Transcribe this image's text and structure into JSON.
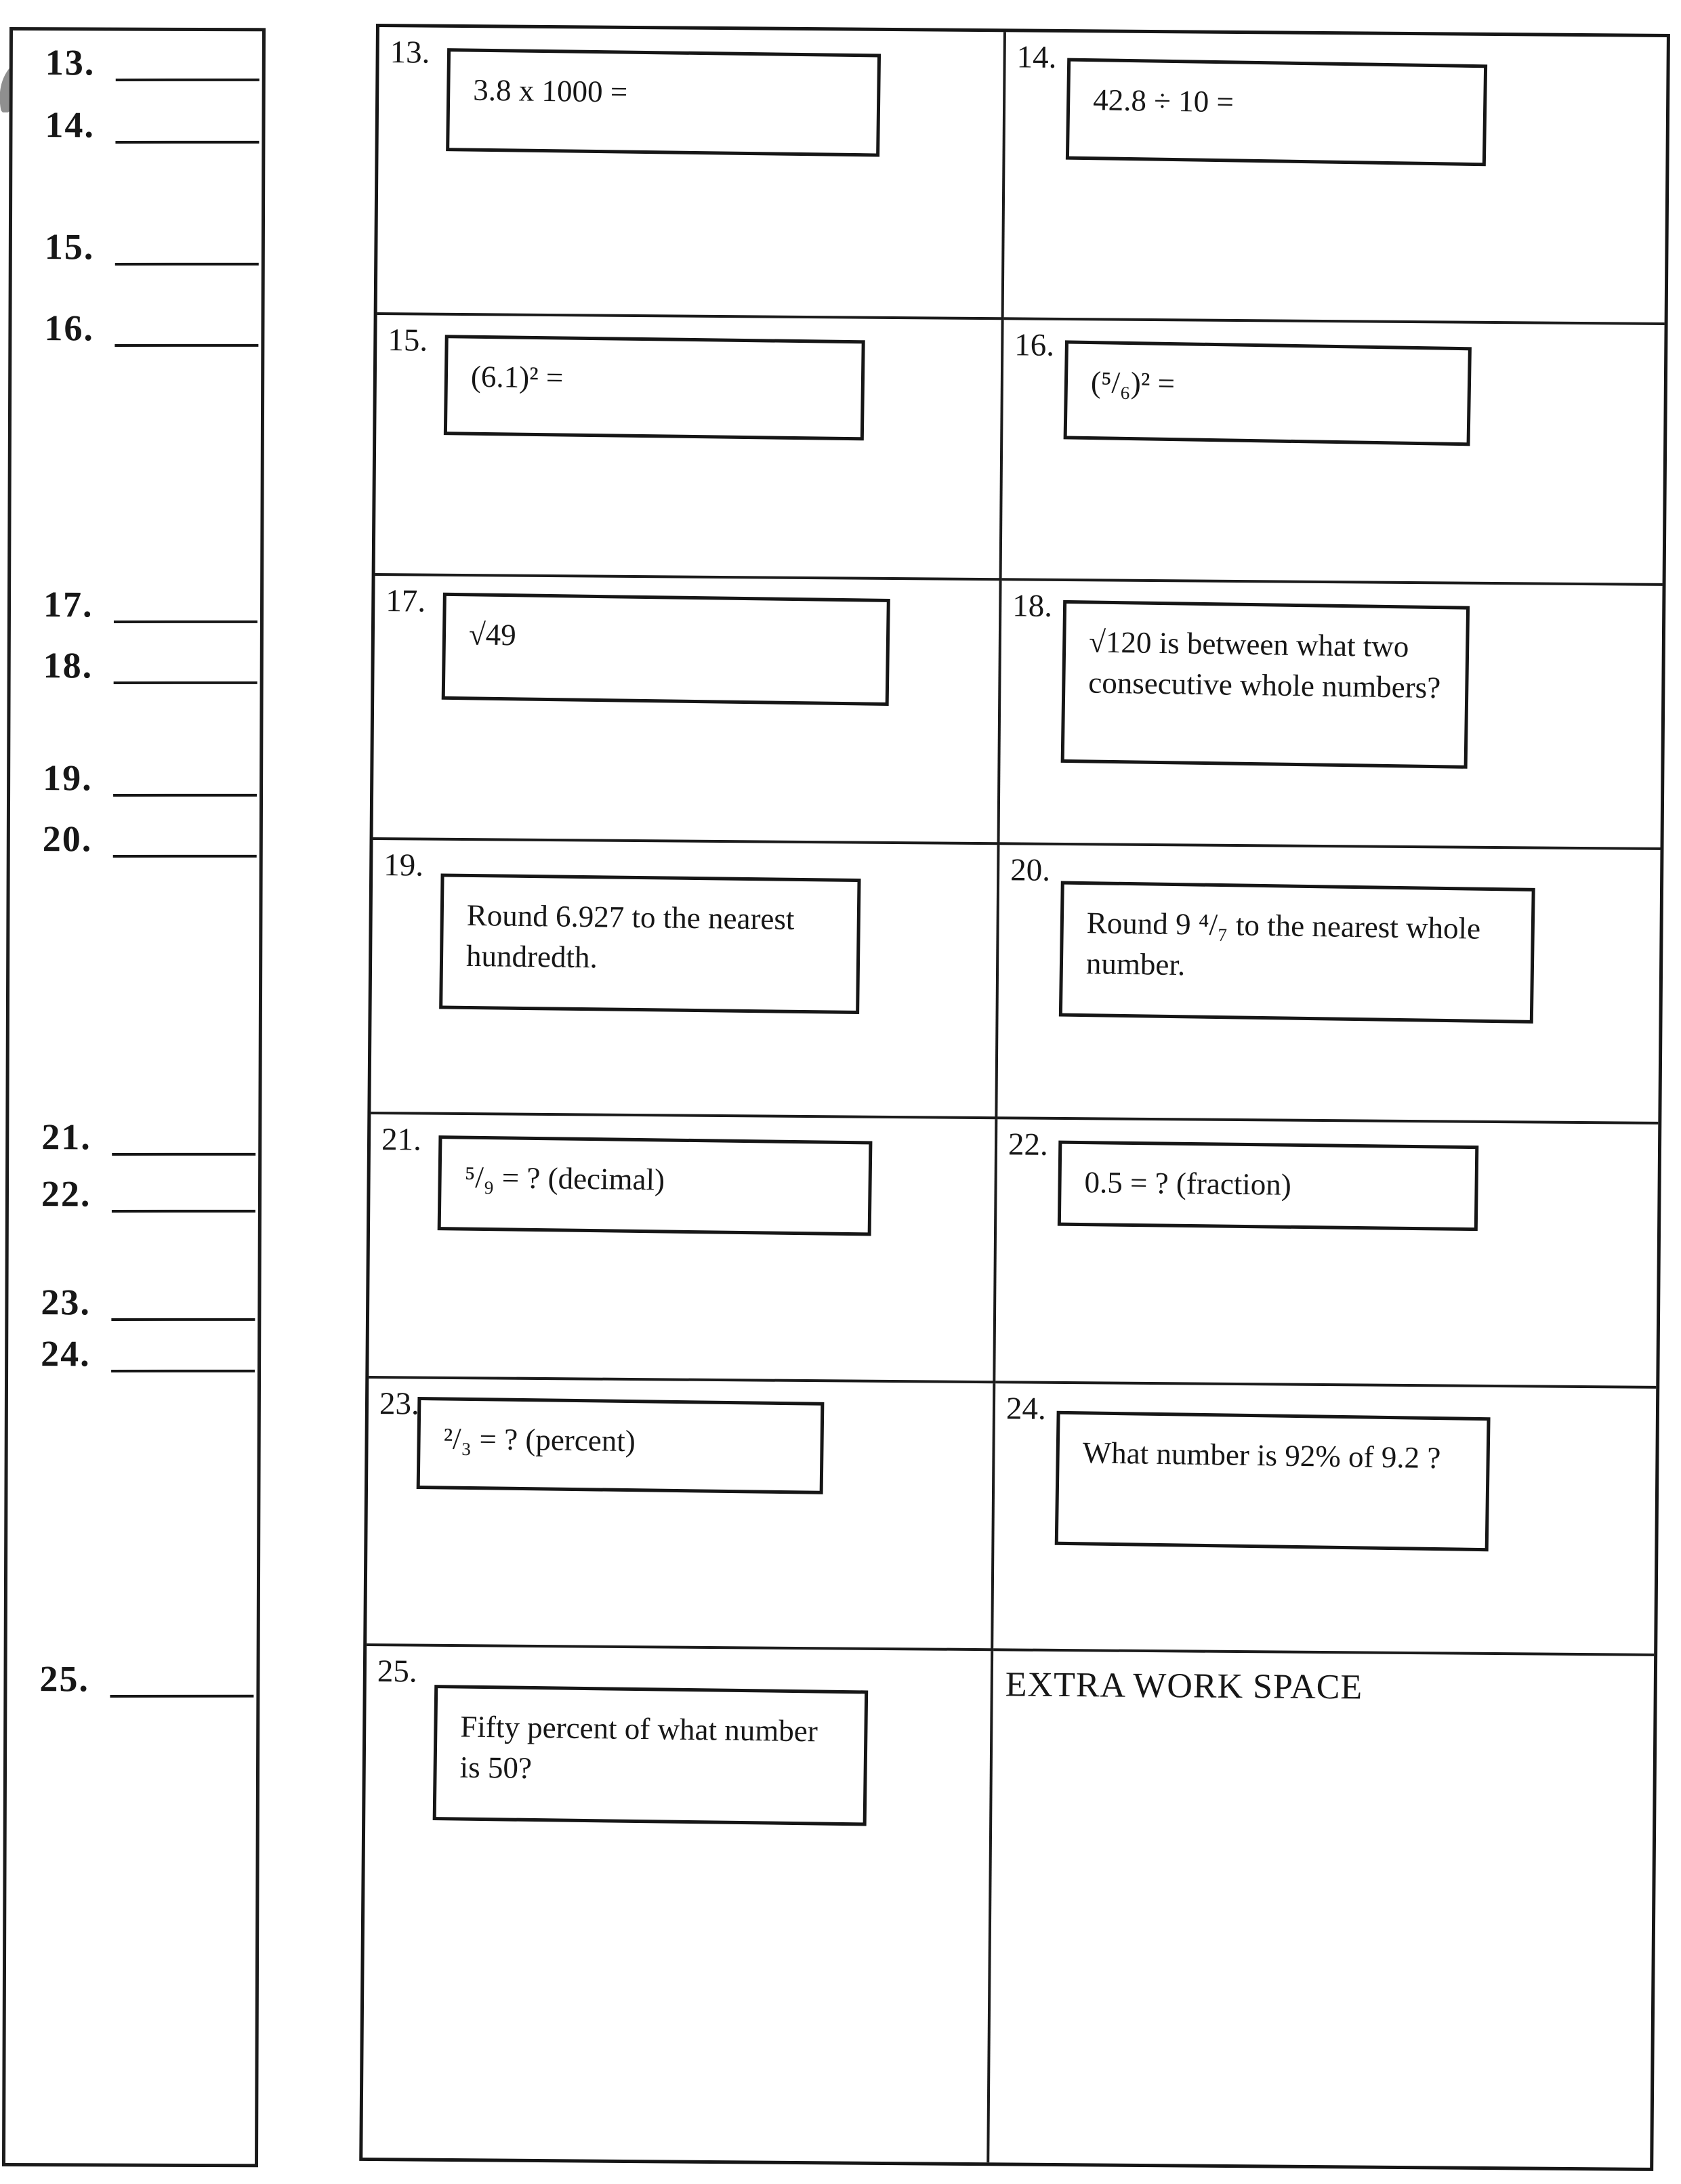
{
  "answer_column": {
    "items": [
      {
        "number": "13."
      },
      {
        "number": "14."
      },
      {
        "number": "15."
      },
      {
        "number": "16."
      },
      {
        "number": "17."
      },
      {
        "number": "18."
      },
      {
        "number": "19."
      },
      {
        "number": "20."
      },
      {
        "number": "21."
      },
      {
        "number": "22."
      },
      {
        "number": "23."
      },
      {
        "number": "24."
      },
      {
        "number": "25."
      }
    ]
  },
  "problems": [
    {
      "number": "13.",
      "text": "3.8 x 1000 ="
    },
    {
      "number": "14.",
      "text": "42.8 ÷ 10 ="
    },
    {
      "number": "15.",
      "text": "(6.1)² ="
    },
    {
      "number": "16.",
      "text": "(⁵/₆)² ="
    },
    {
      "number": "17.",
      "text": "√49"
    },
    {
      "number": "18.",
      "text": "√120 is between what two consecutive whole numbers?"
    },
    {
      "number": "19.",
      "text": "Round 6.927 to the nearest hundredth."
    },
    {
      "number": "20.",
      "text": "Round 9 ⁴/₇ to the nearest whole number."
    },
    {
      "number": "21.",
      "text": "⁵/₉ = ? (decimal)"
    },
    {
      "number": "22.",
      "text": "0.5 = ? (fraction)"
    },
    {
      "number": "23.",
      "text": "²/₃ = ? (percent)"
    },
    {
      "number": "24.",
      "text": "What number is 92% of 9.2 ?"
    },
    {
      "number": "25.",
      "text": "Fifty percent of what number is 50?"
    }
  ],
  "extra_work_space": {
    "label": "EXTRA WORK SPACE"
  },
  "colors": {
    "ink": "#171717",
    "paper": "#ffffff",
    "artifact_gray": "#8f8f8f"
  }
}
